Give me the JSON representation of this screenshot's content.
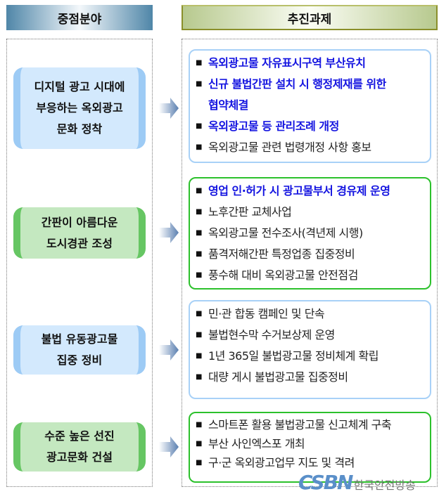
{
  "headers": {
    "left": "중점분야",
    "right": "추진과제"
  },
  "rows": [
    {
      "focus": [
        "디지털 광고 시대에",
        "부응하는 옥외광고",
        "문화 정착"
      ],
      "color": "blue",
      "tasks": [
        {
          "text": "옥외광고물 자유표시구역 부산유치",
          "highlight": true
        },
        {
          "text": "신규 불법간판 설치 시 행정제재를 위한 협약체결",
          "highlight": true
        },
        {
          "text": "옥외광고물 등 관리조례 개정",
          "highlight": true
        },
        {
          "text": "옥외광고물 관련 법령개정 사항 홍보",
          "highlight": false
        }
      ]
    },
    {
      "focus": [
        "간판이 아름다운",
        "도시경관 조성"
      ],
      "color": "green",
      "tasks": [
        {
          "text": "영업 인·허가 시 광고물부서 경유제 운영",
          "highlight": true
        },
        {
          "text": "노후간판 교체사업",
          "highlight": false
        },
        {
          "text": "옥외광고물 전수조사(격년제 시행)",
          "highlight": false
        },
        {
          "text": "품격저해간판 특정업종 집중정비",
          "highlight": false
        },
        {
          "text": "풍수해 대비 옥외광고물 안전점검",
          "highlight": false
        }
      ]
    },
    {
      "focus": [
        "불법 유동광고물",
        "집중 정비"
      ],
      "color": "blue",
      "tasks": [
        {
          "text": "민·관 합동 캠페인 및 단속",
          "highlight": false
        },
        {
          "text": "불법현수막 수거보상제 운영",
          "highlight": false
        },
        {
          "text": "1년 365일 불법광고물 정비체계 확립",
          "highlight": false
        },
        {
          "text": "대량 게시 불법광고물 집중정비",
          "highlight": false
        }
      ]
    },
    {
      "focus": [
        "수준 높은 선진",
        "광고문화 건설"
      ],
      "color": "green",
      "tasks": [
        {
          "text": "스마트폰 활용 불법광고물 신고체계 구축",
          "highlight": false
        },
        {
          "text": "부산 사인엑스포 개최",
          "highlight": false
        },
        {
          "text": "구·군 옥외광고업무 지도 및 격려",
          "highlight": false
        }
      ]
    }
  ],
  "watermark": {
    "mark": "CSBN",
    "text": "한국안전방송"
  },
  "colors": {
    "highlight": "#1414e0",
    "blue_box": "#d3e9fd",
    "green_box": "#c4e8c0",
    "green_border": "#2cc12c",
    "blue_border": "#a8d1f7"
  }
}
